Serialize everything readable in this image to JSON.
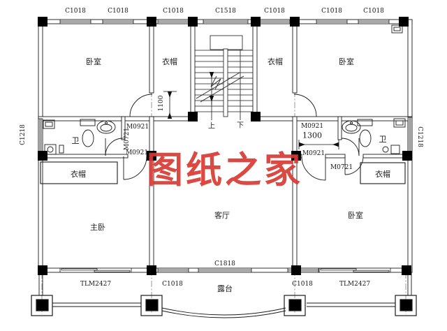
{
  "watermark": {
    "text": "图纸之家",
    "color": "#d93a34"
  },
  "rooms": {
    "bedroom_top_left": "卧室",
    "closet_top_left": "衣帽",
    "closet_top_right": "衣帽",
    "bedroom_top_right": "卧室",
    "bath_left": "卫",
    "bath_right": "卫",
    "closet_mid_left": "衣帽",
    "closet_mid_right": "衣帽",
    "master": "主卧",
    "living": "客厅",
    "bedroom_bottom": "卧室",
    "terrace": "露台"
  },
  "stairs": {
    "up": "上",
    "down": "下"
  },
  "dims": {
    "stair_width": "1100",
    "hall_width": "1300"
  },
  "windows": {
    "t1": "C1018",
    "t2": "C1018",
    "t3": "C1018",
    "t4": "C1518",
    "t5": "C1018",
    "t6": "C1018",
    "t7": "C1018",
    "left": "C1218",
    "right": "C1218",
    "b_center": "C1818",
    "b_left": "C1018",
    "b_right": "C1018"
  },
  "doors": {
    "tl_bedroom": "M0921",
    "l_bath": "M0721",
    "l_hall": "M0921",
    "tr_bedroom": "M0921",
    "r_hall": "M0921",
    "r_closet": "M0721",
    "slide_left": "TLM2427",
    "slide_right": "TLM2427"
  }
}
